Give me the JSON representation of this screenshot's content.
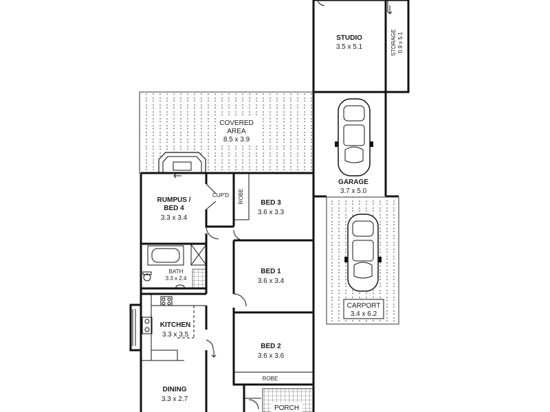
{
  "rooms": {
    "studio": {
      "name": "STUDIO",
      "dims": "3.5 x 5.1"
    },
    "storage": {
      "name": "STORAGE",
      "dims": "0.9 x 5.1"
    },
    "covered_area": {
      "name_line1": "COVERED",
      "name_line2": "AREA",
      "dims": "8.5 x 3.9"
    },
    "garage": {
      "name": "GARAGE",
      "dims": "3.7 x 5.0"
    },
    "rumpus": {
      "name_line1": "RUMPUS /",
      "name_line2": "BED 4",
      "dims": "3.3 x 3.4"
    },
    "cupd": {
      "name": "CUP'D"
    },
    "robe_bed3": {
      "name": "ROBE"
    },
    "bed3": {
      "name": "BED 3",
      "dims": "3.6 x 3.3"
    },
    "carport": {
      "name": "CARPORT",
      "dims": "3.4 x 6.2"
    },
    "bath": {
      "name": "BATH",
      "dims": "3.3 x 2.4"
    },
    "bed1": {
      "name": "BED 1",
      "dims": "3.6 x 3.4"
    },
    "kitchen": {
      "name": "KITCHEN",
      "dims": "3.3 x 3.5"
    },
    "bed2": {
      "name": "BED 2",
      "dims": "3.6 x 3.6"
    },
    "robe_bed2": {
      "name": "ROBE"
    },
    "dining": {
      "name": "DINING",
      "dims": "3.3 x 2.7"
    },
    "porch": {
      "name": "PORCH"
    }
  },
  "colors": {
    "wall": "#111111",
    "background": "#ffffff",
    "hatch": "#333333"
  }
}
